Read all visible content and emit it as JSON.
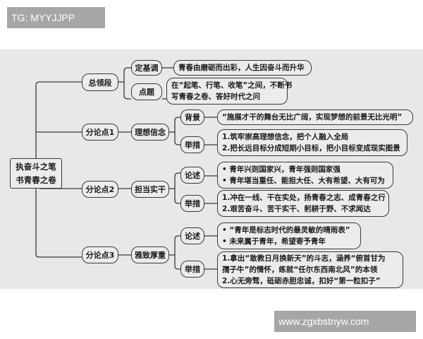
{
  "watermarks": {
    "top": "TG: MYYJJPP",
    "bottom": "www.zgxbstnyw.com"
  },
  "colors": {
    "panel_bg": "#e8e8e8",
    "node_border": "#3a3a3a",
    "watermark_bg": "#a6a6a6"
  },
  "mindmap": {
    "root": {
      "line1": "执奋斗之笔",
      "line2": "书青春之卷"
    },
    "branches": [
      {
        "label": "总领段",
        "children": [
          {
            "label": "定基调",
            "content": [
              "青春由磨砺而出彩，人生因奋斗而升华"
            ]
          },
          {
            "label": "点题",
            "content": [
              "在“起笔、行笔、收笔”之间，不断书",
              "写青春之卷、答好时代之问"
            ]
          }
        ]
      },
      {
        "label": "分论点1",
        "topic": "理想信念",
        "children": [
          {
            "label": "背景",
            "content": [
              "“施展才干的舞台无比广阔，实现梦想的前景无比光明”"
            ]
          },
          {
            "label": "举措",
            "content": [
              "1.筑牢崇高理想信念，把个人融入全局",
              "2.把长远目标分成短期小目标，把小目标变成现实图景"
            ]
          }
        ]
      },
      {
        "label": "分论点2",
        "topic": "担当实干",
        "children": [
          {
            "label": "论述",
            "content": [
              "•  青年兴则国家兴，青年强则国家强",
              "•  青年堪当重任、能担大任、大有希望、大有可为"
            ]
          },
          {
            "label": "举措",
            "content": [
              "1.冲在一线、干在实处，扬青春之志、成青春之行",
              "2.艰苦奋斗、苦干实干、躬耕于野、不求闻达"
            ]
          }
        ]
      },
      {
        "label": "分论点3",
        "topic": "雅致厚重",
        "children": [
          {
            "label": "论述",
            "content": [
              "•  “青年是标志时代的最灵敏的晴雨表”",
              "•  未来属于青年，希望寄予青年"
            ]
          },
          {
            "label": "举措",
            "content": [
              "1.拿出“敢教日月换新天”的斗志，涵养“俯首甘为",
              "孺子牛”的情怀，练就“任尔东西南北风”的本领",
              "2.心无旁骛，砥砺赤胆忠诚，扣好“第一粒扣子”"
            ]
          }
        ]
      }
    ]
  }
}
